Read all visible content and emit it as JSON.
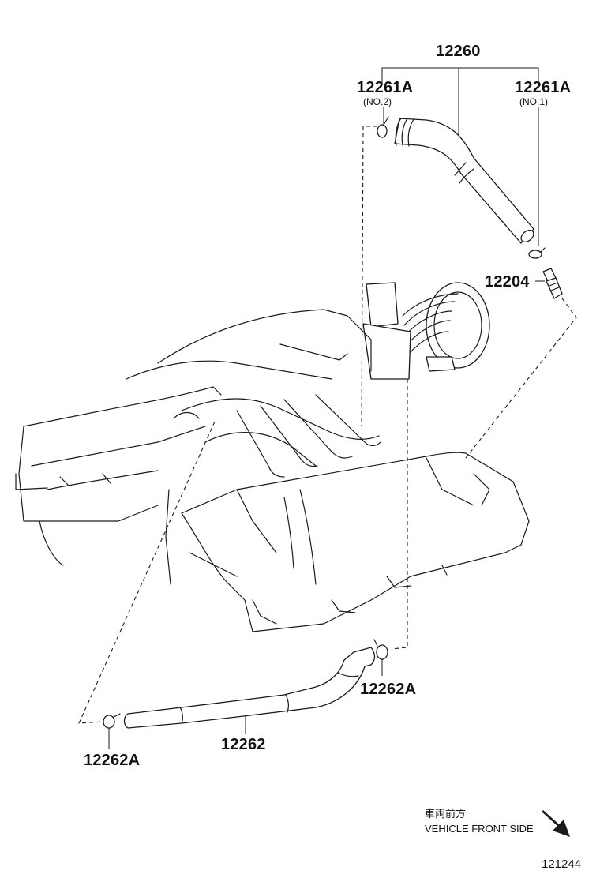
{
  "diagram": {
    "callouts": {
      "pcv_hose_assy": "12260",
      "clip_no2": "12261A",
      "clip_no2_sub": "(NO.2)",
      "clip_no1": "12261A",
      "clip_no1_sub": "(NO.1)",
      "pcv_valve": "12204",
      "clip_lower_right": "12262A",
      "hose_lower": "12262",
      "clip_lower_left": "12262A"
    },
    "direction_note": {
      "japanese": "車両前方",
      "english": "VEHICLE FRONT SIDE"
    },
    "drawing_number": "121244"
  }
}
